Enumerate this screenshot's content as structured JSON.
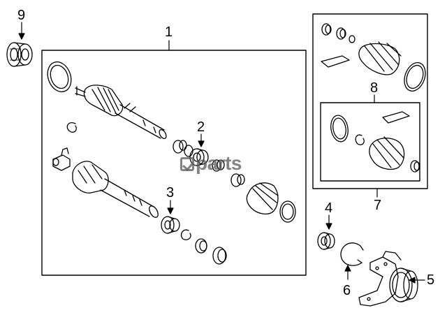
{
  "callouts": {
    "c1": "1",
    "c2": "2",
    "c3": "3",
    "c4": "4",
    "c5": "5",
    "c6": "6",
    "c7": "7",
    "c8": "8",
    "c9": "9"
  },
  "watermark": {
    "text": "parts"
  },
  "colors": {
    "line": "#000000",
    "background": "#ffffff"
  }
}
